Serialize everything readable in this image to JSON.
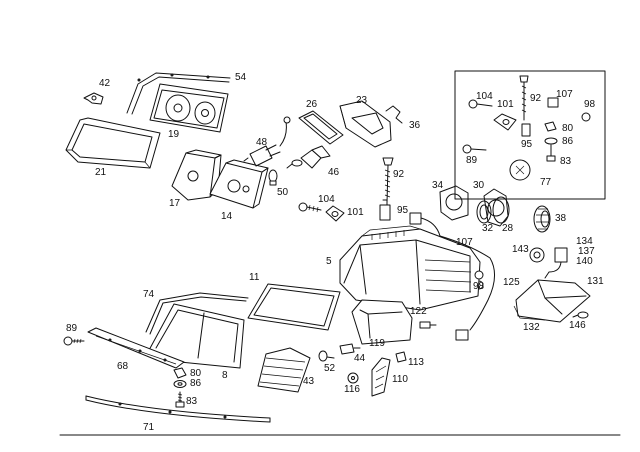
{
  "callouts": {
    "c42": "42",
    "c54": "54",
    "c19": "19",
    "c21": "21",
    "c26": "26",
    "c23": "23",
    "c36": "36",
    "c48": "48",
    "c46": "46",
    "c50": "50",
    "c17": "17",
    "c14": "14",
    "c92a": "92",
    "c104a": "104",
    "c101a": "101",
    "c95a": "95",
    "c34": "34",
    "c30": "30",
    "c28": "28",
    "c32": "32",
    "c107a": "107",
    "c38": "38",
    "c143": "143",
    "c134": "134",
    "c137": "137",
    "c140": "140",
    "c131": "131",
    "c132": "132",
    "c146": "146",
    "c125": "125",
    "c98a": "98",
    "c5": "5",
    "c11": "11",
    "c74": "74",
    "c89a": "89",
    "c68": "68",
    "c8": "8",
    "c80a": "80",
    "c86a": "86",
    "c83a": "83",
    "c71": "71",
    "c43": "43",
    "c52": "52",
    "c44": "44",
    "c116": "116",
    "c110": "110",
    "c113": "113",
    "c119": "119",
    "c122": "122",
    "c104b": "104",
    "c101b": "101",
    "c92b": "92",
    "c107b": "107",
    "c98b": "98",
    "c80b": "80",
    "c86b": "86",
    "c95b": "95",
    "c89b": "89",
    "c83b": "83",
    "c77": "77"
  }
}
